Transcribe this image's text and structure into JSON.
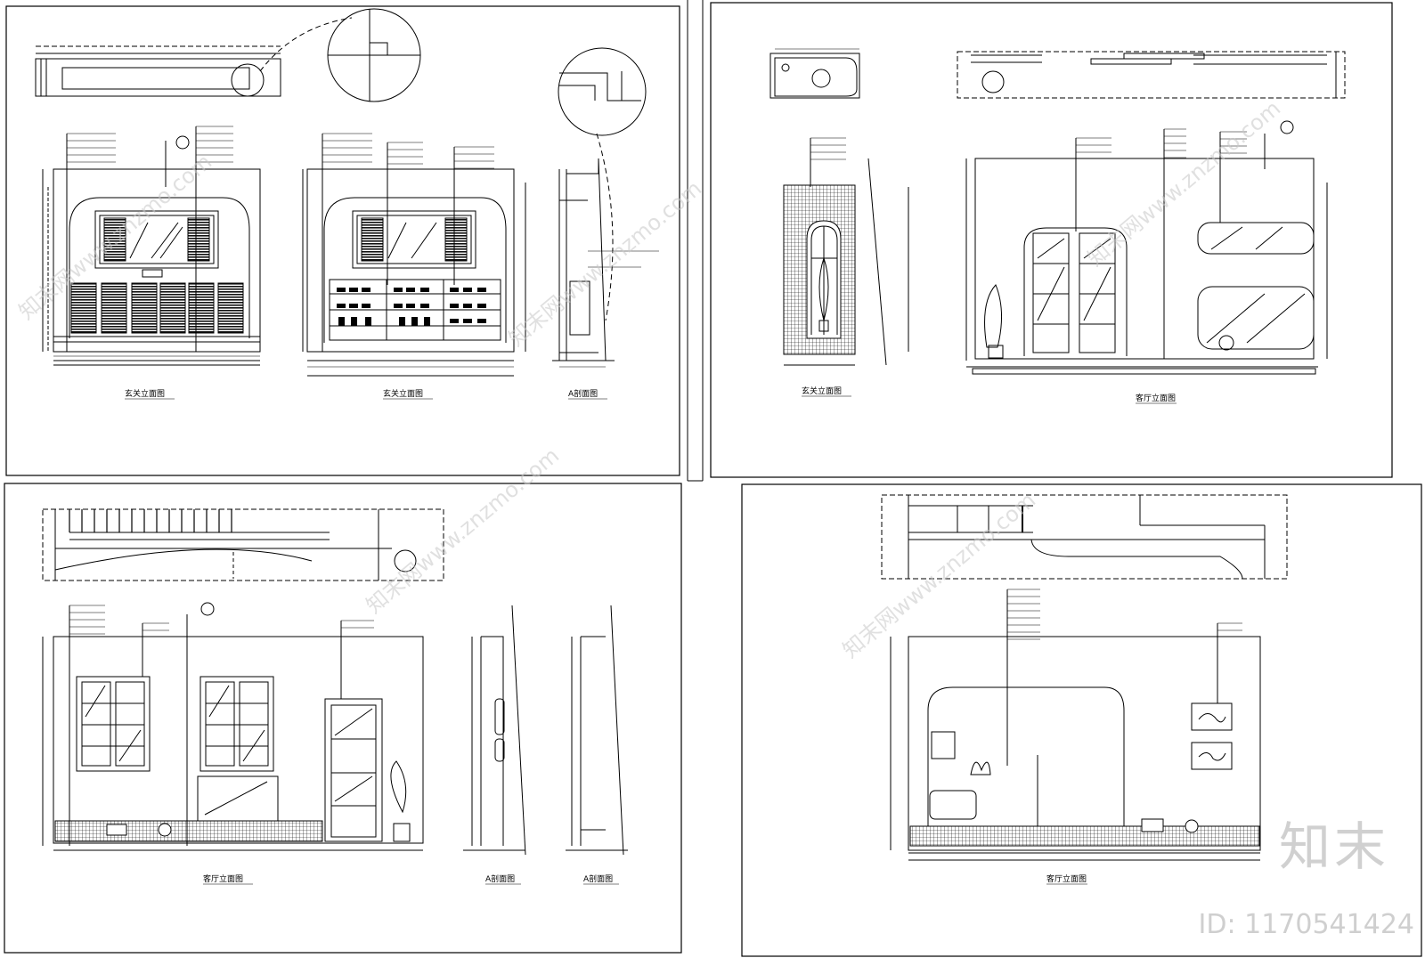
{
  "sheets": [
    {
      "id": "top-left",
      "drawing_labels": [
        "玄关立面图",
        "玄关立面图",
        "A剖面图"
      ]
    },
    {
      "id": "top-right",
      "drawing_labels": [
        "玄关立面图",
        "客厅立面图"
      ]
    },
    {
      "id": "bottom-left",
      "drawing_labels": [
        "客厅立面图",
        "A剖面图",
        "A剖面图"
      ]
    },
    {
      "id": "bottom-right",
      "drawing_labels": [
        "客厅立面图"
      ]
    }
  ],
  "watermark": {
    "site": "知末网www.znzmo.com",
    "brand": "知末",
    "id_text": "ID: 1170541424"
  },
  "colors": {
    "line": "#000000",
    "watermark": "#c8c8c8",
    "background": "#ffffff"
  }
}
